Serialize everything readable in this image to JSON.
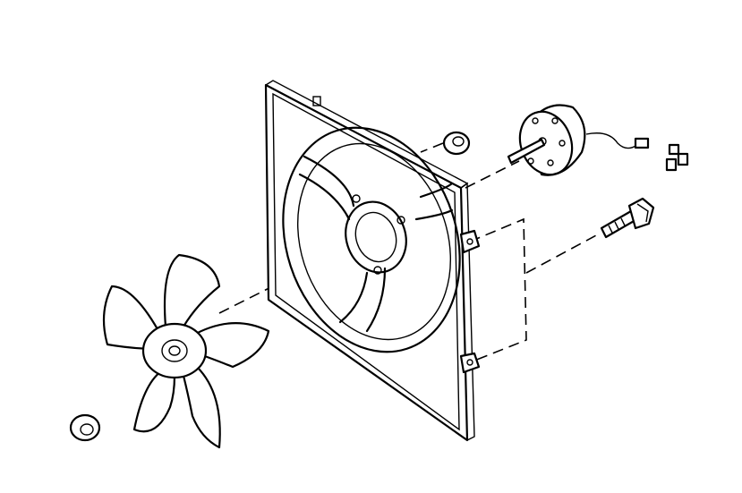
{
  "diagram": {
    "type": "exploded-parts-drawing",
    "colors": {
      "line": "#000000",
      "background": "#ffffff"
    },
    "parts": [
      "fan-shroud",
      "fan-blade",
      "fan-motor",
      "nut",
      "bolt",
      "clip",
      "connector"
    ]
  }
}
